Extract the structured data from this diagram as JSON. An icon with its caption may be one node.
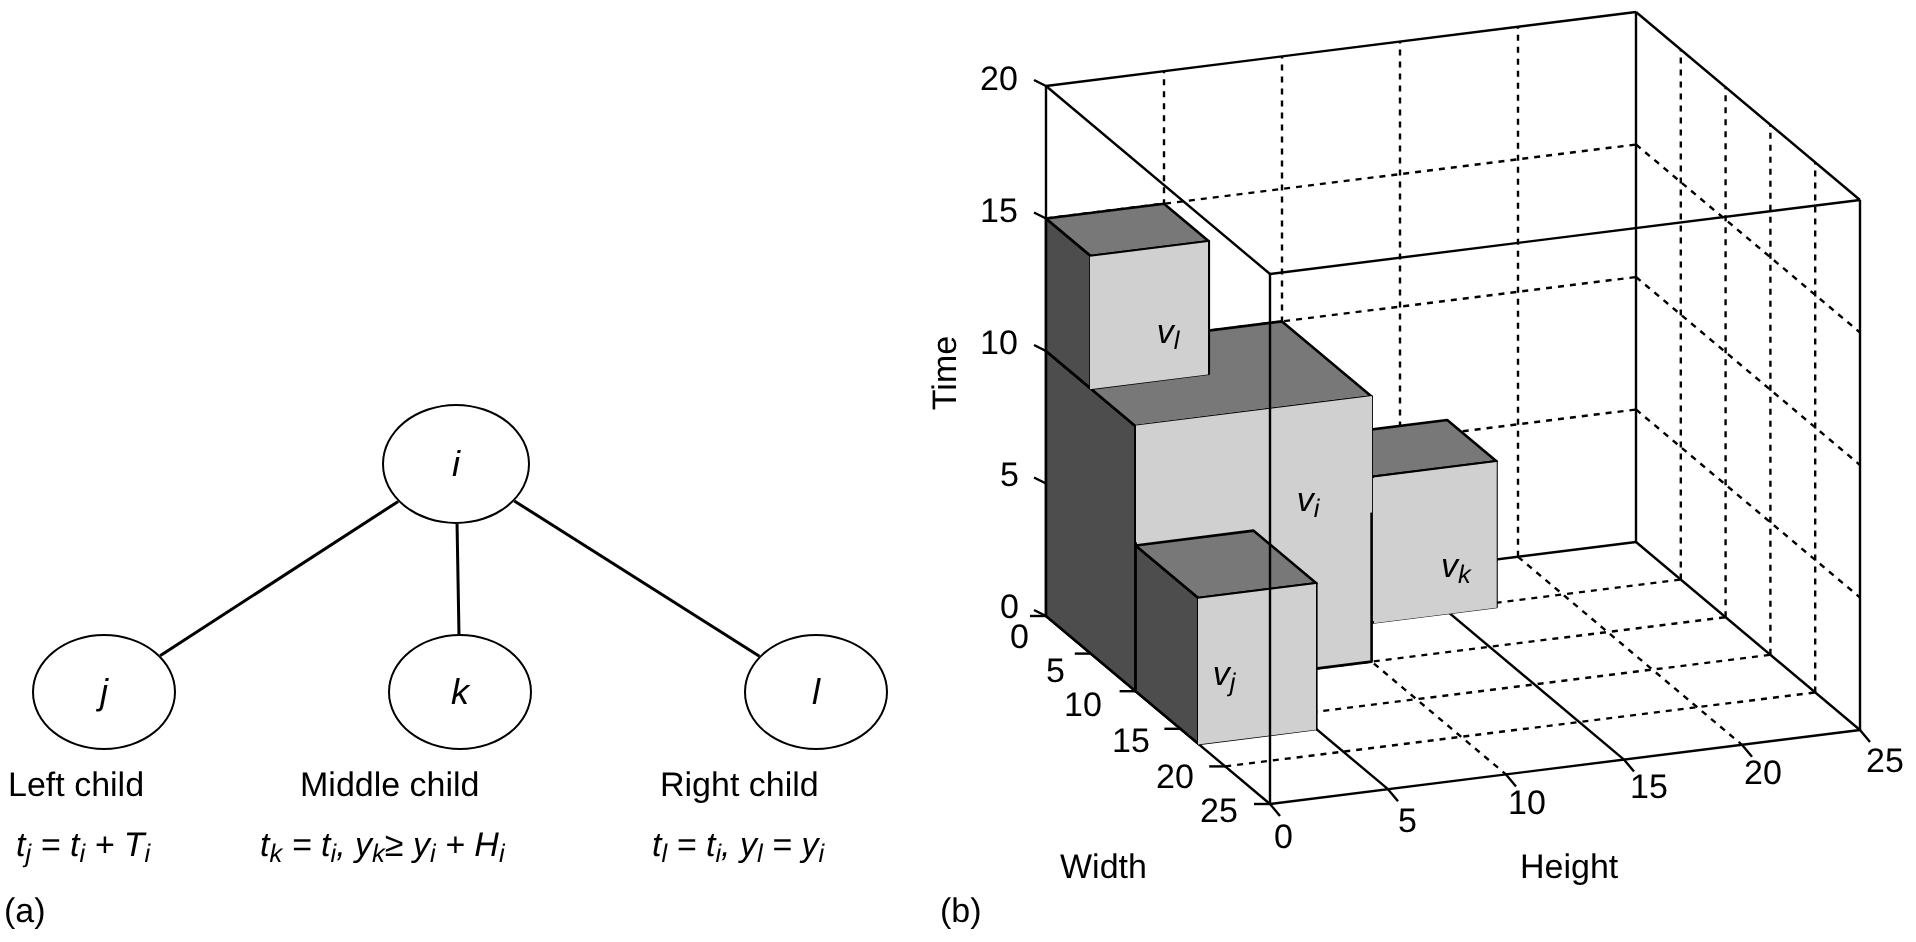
{
  "diagram": {
    "nodes": [
      {
        "text": [
          "i"
        ]
      },
      {
        "text": [
          "j"
        ],
        "beside": [
          "Left child",
          "t$_{j}$ = t$_{i}$ + T$_{i}$"
        ]
      },
      {
        "text": [
          "k"
        ],
        "beside": [
          "Middle child",
          "t$_{k}$ = t$_{i}$, y$_{k}$≥ y$_{i}$ + H$_{i}$"
        ]
      },
      {
        "text": [
          "l"
        ],
        "beside": [
          "Right child",
          "t$_{l}$ = t$_{i}$, y$_{l}$ = y$_{i}$"
        ]
      },
      {
        "text": [
          "v$_{l}$"
        ]
      },
      {
        "text": [
          "v$_{i}$"
        ]
      },
      {
        "text": [
          "v$_{k}$"
        ]
      },
      {
        "text": [
          "v$_{j}$"
        ]
      }
    ],
    "edges": [
      {
        "from": 0,
        "to": 1,
        "arrow": "none"
      },
      {
        "from": 0,
        "to": 2,
        "arrow": "none"
      },
      {
        "from": 0,
        "to": 3,
        "arrow": "none"
      }
    ],
    "labels": [
      "(a)",
      "20",
      "15",
      "10",
      "5",
      "0",
      "Time",
      "0",
      "5",
      "10",
      "15",
      "20",
      "25",
      "Width",
      "0",
      "5",
      "10",
      "15",
      "20",
      "25",
      "Height",
      "(b)"
    ]
  }
}
